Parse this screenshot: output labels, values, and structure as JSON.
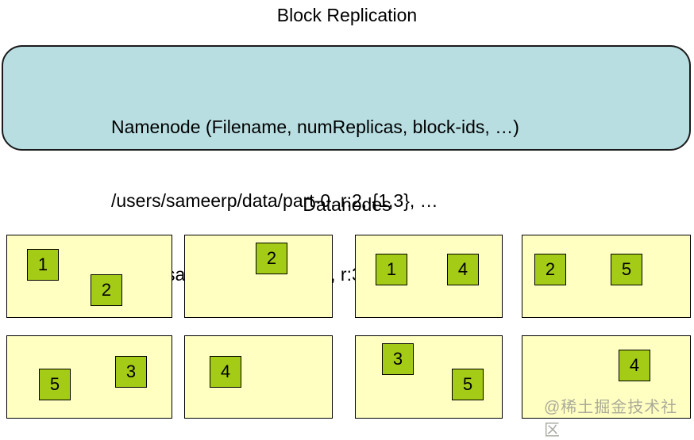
{
  "title": "Block Replication",
  "namenode": {
    "lines": [
      "Namenode (Filename, numReplicas, block-ids, …)",
      "/users/sameerp/data/part-0, r:2, {1,3}, …",
      "/users/sameerp/data/part-1, r:3, {2,4,5}, …"
    ]
  },
  "datanodes_label": "Datanodes",
  "datanodes": [
    {
      "blocks": [
        "1",
        "2"
      ]
    },
    {
      "blocks": [
        "2"
      ]
    },
    {
      "blocks": [
        "1",
        "4"
      ]
    },
    {
      "blocks": [
        "2",
        "5"
      ]
    },
    {
      "blocks": [
        "5",
        "3"
      ]
    },
    {
      "blocks": [
        "4"
      ]
    },
    {
      "blocks": [
        "3",
        "5"
      ]
    },
    {
      "blocks": [
        "4"
      ]
    }
  ],
  "watermark": "@稀土掘金技术社区",
  "colors": {
    "namenode_fill": "#b8dee2",
    "datanode_fill": "#ffffc2",
    "block_fill": "#a4cb16",
    "border": "#000000",
    "watermark_text": "#9c9c94"
  }
}
